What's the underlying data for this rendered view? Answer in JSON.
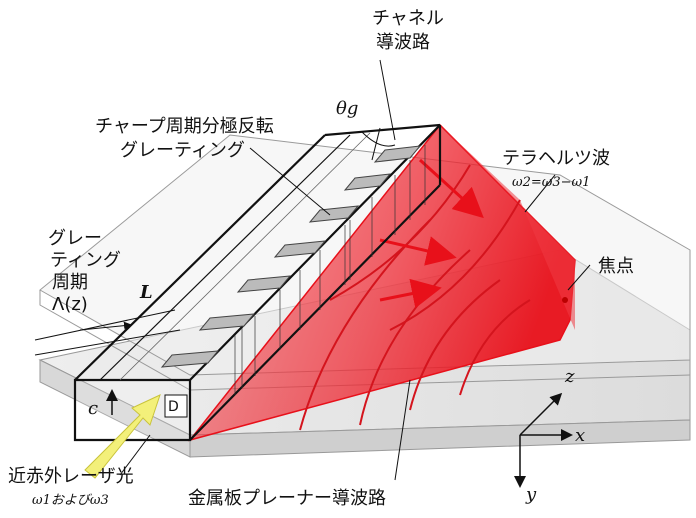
{
  "labels": {
    "channel_waveguide_l1": "チャネル",
    "channel_waveguide_l2": "導波路",
    "theta_g": "θg",
    "chirped_grating_l1": "チャープ周期分極反転",
    "chirped_grating_l2": "グレーティング",
    "terahertz_wave": "テラヘルツ波",
    "omega_relation": "ω2=ω3−ω1",
    "grating_period_l1": "グレー",
    "grating_period_l2": "ティング",
    "grating_period_l3": "周期",
    "grating_period_l4": "Λ(z)",
    "length_L": "L",
    "focal_point": "焦点",
    "c_axis": "c",
    "d_label": "D",
    "axis_z": "z",
    "axis_x": "x",
    "axis_y": "y",
    "nir_laser_l1": "近赤外レーザ光",
    "nir_laser_l2": "ω1およびω3",
    "metal_plate_waveguide": "金属板プレーナー導波路"
  },
  "colors": {
    "terahertz_red": "#e8101a",
    "terahertz_light": "#f7a3a8",
    "plate_gray": "#e3e3e3",
    "laser_yellow": "#f3f07a"
  }
}
